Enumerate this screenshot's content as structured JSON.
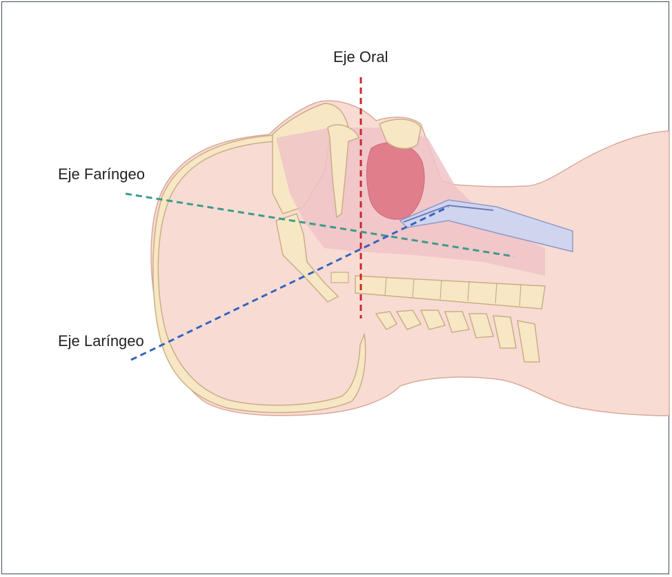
{
  "labels": {
    "oral": "Eje Oral",
    "faringeo": "Eje Faríngeo",
    "laringeo": "Eje Laríngeo"
  },
  "colors": {
    "skin": "#f8dcd3",
    "skin_outline": "#d9a99a",
    "bone": "#f7e7c4",
    "bone_outline": "#c9ad86",
    "pharynx": "#f0c3c8",
    "tongue": "#e07e8c",
    "tube": "#cfd5ee",
    "axis_oral": "#c8282e",
    "axis_faringeo": "#3a9b8a",
    "axis_laringeo": "#3563c2",
    "frame": "#3d4a5c"
  }
}
